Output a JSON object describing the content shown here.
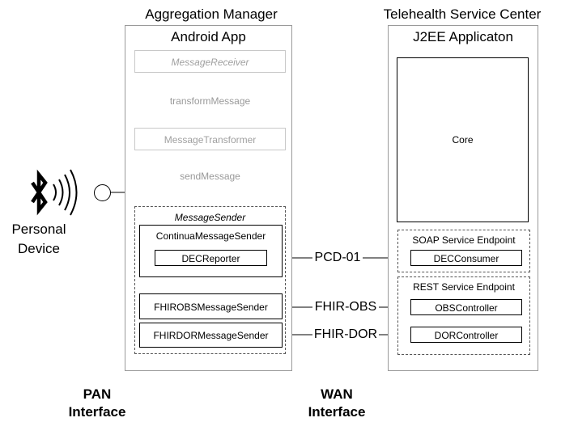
{
  "aggregation": {
    "title": "Aggregation Manager",
    "app_label": "Android App",
    "message_receiver": "MessageReceiver",
    "transform_label": "transformMessage",
    "message_transformer": "MessageTransformer",
    "send_label": "sendMessage",
    "message_sender": "MessageSender",
    "continua_sender": "ContinuaMessageSender",
    "dec_reporter": "DECReporter",
    "fhir_obs_sender": "FHIROBSMessageSender",
    "fhir_dor_sender": "FHIRDORMessageSender"
  },
  "telehealth": {
    "title": "Telehealth Service Center",
    "app_label": "J2EE Applicaton",
    "core": "Core",
    "soap_endpoint": "SOAP Service Endpoint",
    "dec_consumer": "DECConsumer",
    "rest_endpoint": "REST Service Endpoint",
    "obs_controller": "OBSController",
    "dor_controller": "DORController"
  },
  "connections": {
    "pcd": "PCD-01",
    "fhir_obs": "FHIR-OBS",
    "fhir_dor": "FHIR-DOR"
  },
  "device": {
    "label_line1": "Personal",
    "label_line2": "Device",
    "icon": "bluetooth-icon"
  },
  "interfaces": {
    "pan_line1": "PAN",
    "pan_line2": "Interface",
    "wan_line1": "WAN",
    "wan_line2": "Interface"
  }
}
